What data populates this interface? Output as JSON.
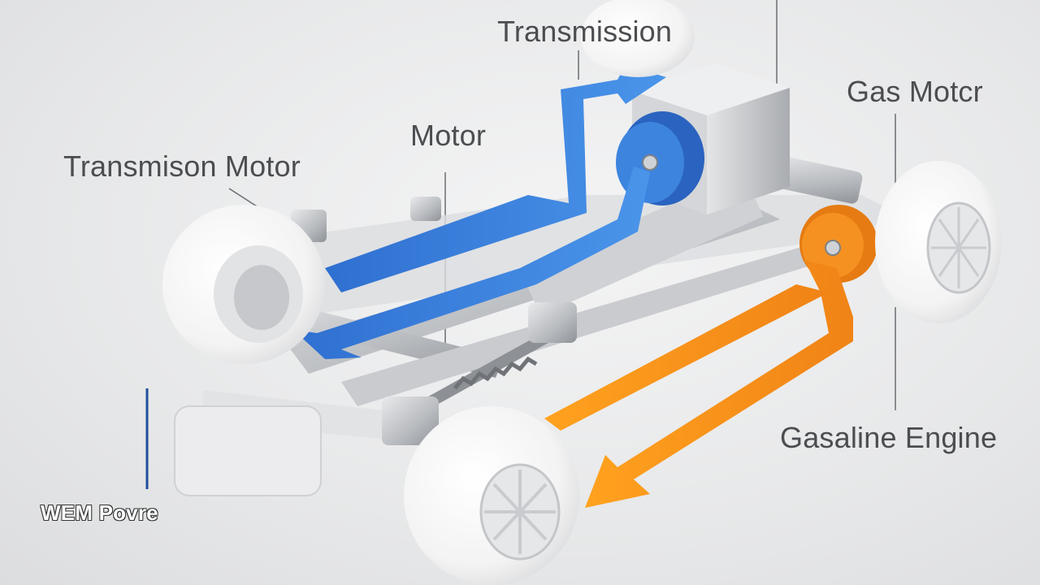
{
  "labels": {
    "transmission": "Transmission",
    "motor": "Motor",
    "transmission_motor": "Transmison Motor",
    "gas_motor": "Gas Motcr",
    "gasoline_engine": "Gasaline Engine",
    "electric_power": "WEM Povre"
  },
  "colors": {
    "electric_flow": "#3b82d9",
    "gasoline_flow": "#f28a1a",
    "chassis": "#b9bcc0",
    "wheel": "#f7f7f7"
  }
}
